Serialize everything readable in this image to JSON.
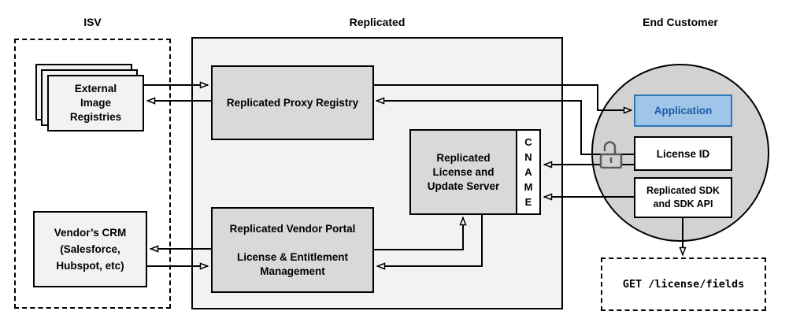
{
  "sections": {
    "isv": {
      "title": "ISV"
    },
    "replicated": {
      "title": "Replicated"
    },
    "end_customer": {
      "title": "End Customer"
    }
  },
  "nodes": {
    "external_image_registries": {
      "label": "External\nImage\nRegistries"
    },
    "vendors_crm": {
      "label": "Vendor’s CRM\n(Salesforce,\nHubspot, etc)"
    },
    "replicated_proxy_registry": {
      "label": "Replicated Proxy Registry"
    },
    "replicated_license_update_server": {
      "label": "Replicated\nLicense and\nUpdate Server"
    },
    "cname": {
      "label": "C\nN\nA\nM\nE"
    },
    "replicated_vendor_portal": {
      "label": "Replicated Vendor Portal\n\nLicense & Entitlement\nManagement"
    },
    "application": {
      "label": "Application"
    },
    "license_id": {
      "label": "License ID"
    },
    "replicated_sdk": {
      "label": "Replicated SDK\nand SDK API"
    },
    "get_license_fields": {
      "label": "GET /license/fields"
    }
  },
  "icons": {
    "lock": "open-padlock-icon"
  },
  "colors": {
    "container_fill": "#F2F2F2",
    "node_fill": "#D9D9D9",
    "light_node_fill": "#F2F2F2",
    "circle_fill": "#D2D2D2",
    "application_fill": "#9FC5E8",
    "application_border": "#2E75B6",
    "application_text": "#1F5AA8",
    "line": "#000000",
    "lock_icon": "#595959"
  }
}
